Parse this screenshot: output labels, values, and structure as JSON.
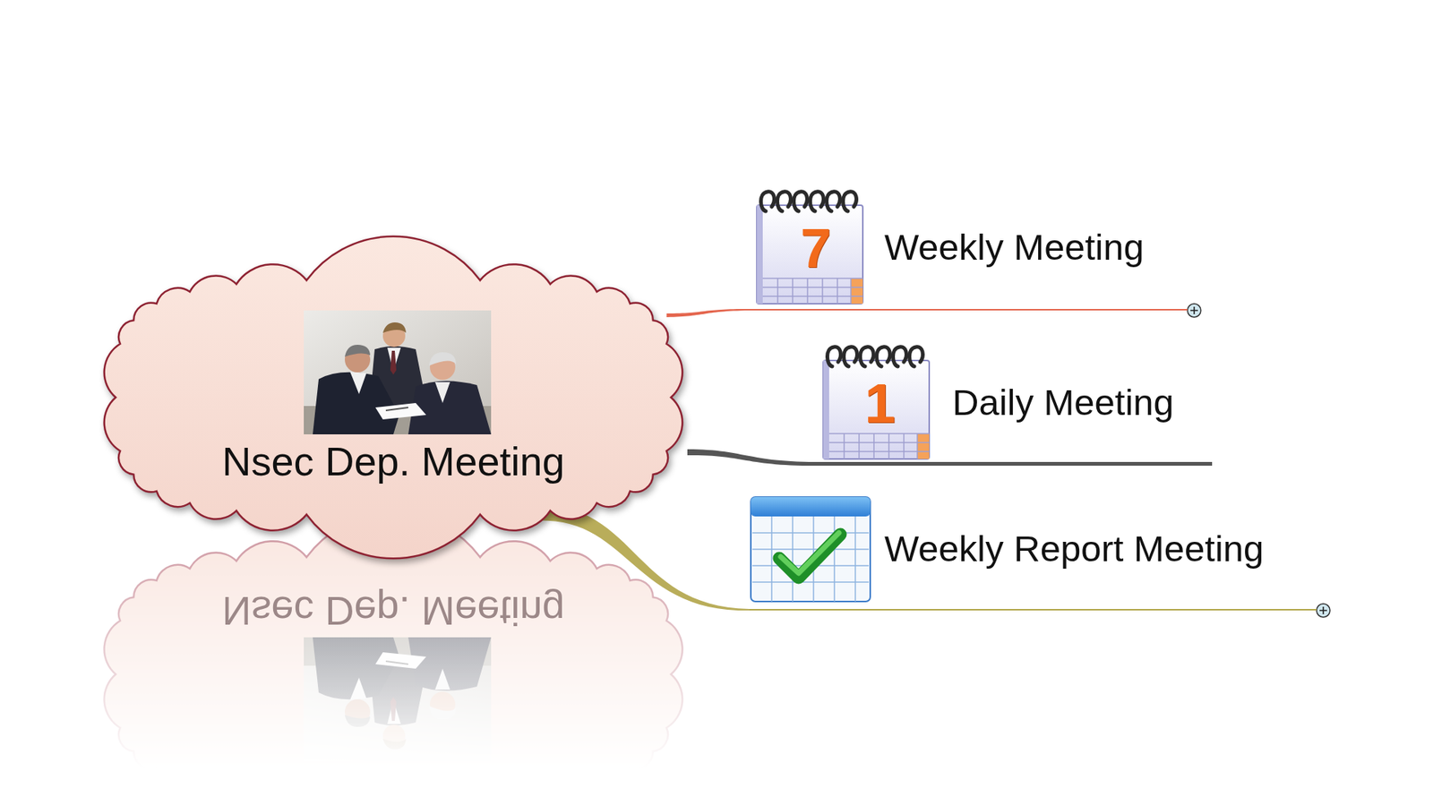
{
  "diagram": {
    "nodes": [
      {
        "text": [
          "Nsec Dep. Meeting"
        ]
      },
      {
        "text": [
          "Weekly Meeting"
        ]
      },
      {
        "text": [
          "Daily Meeting"
        ]
      },
      {
        "text": [
          "Weekly Report Meeting"
        ]
      }
    ],
    "edges": [
      {
        "from": 0,
        "to": 1,
        "arrow": "none"
      },
      {
        "from": 0,
        "to": 2,
        "arrow": "none"
      },
      {
        "from": 0,
        "to": 3,
        "arrow": "none"
      }
    ],
    "labels": [
      "7",
      "1",
      "Nsec Dep. Meeting"
    ]
  }
}
